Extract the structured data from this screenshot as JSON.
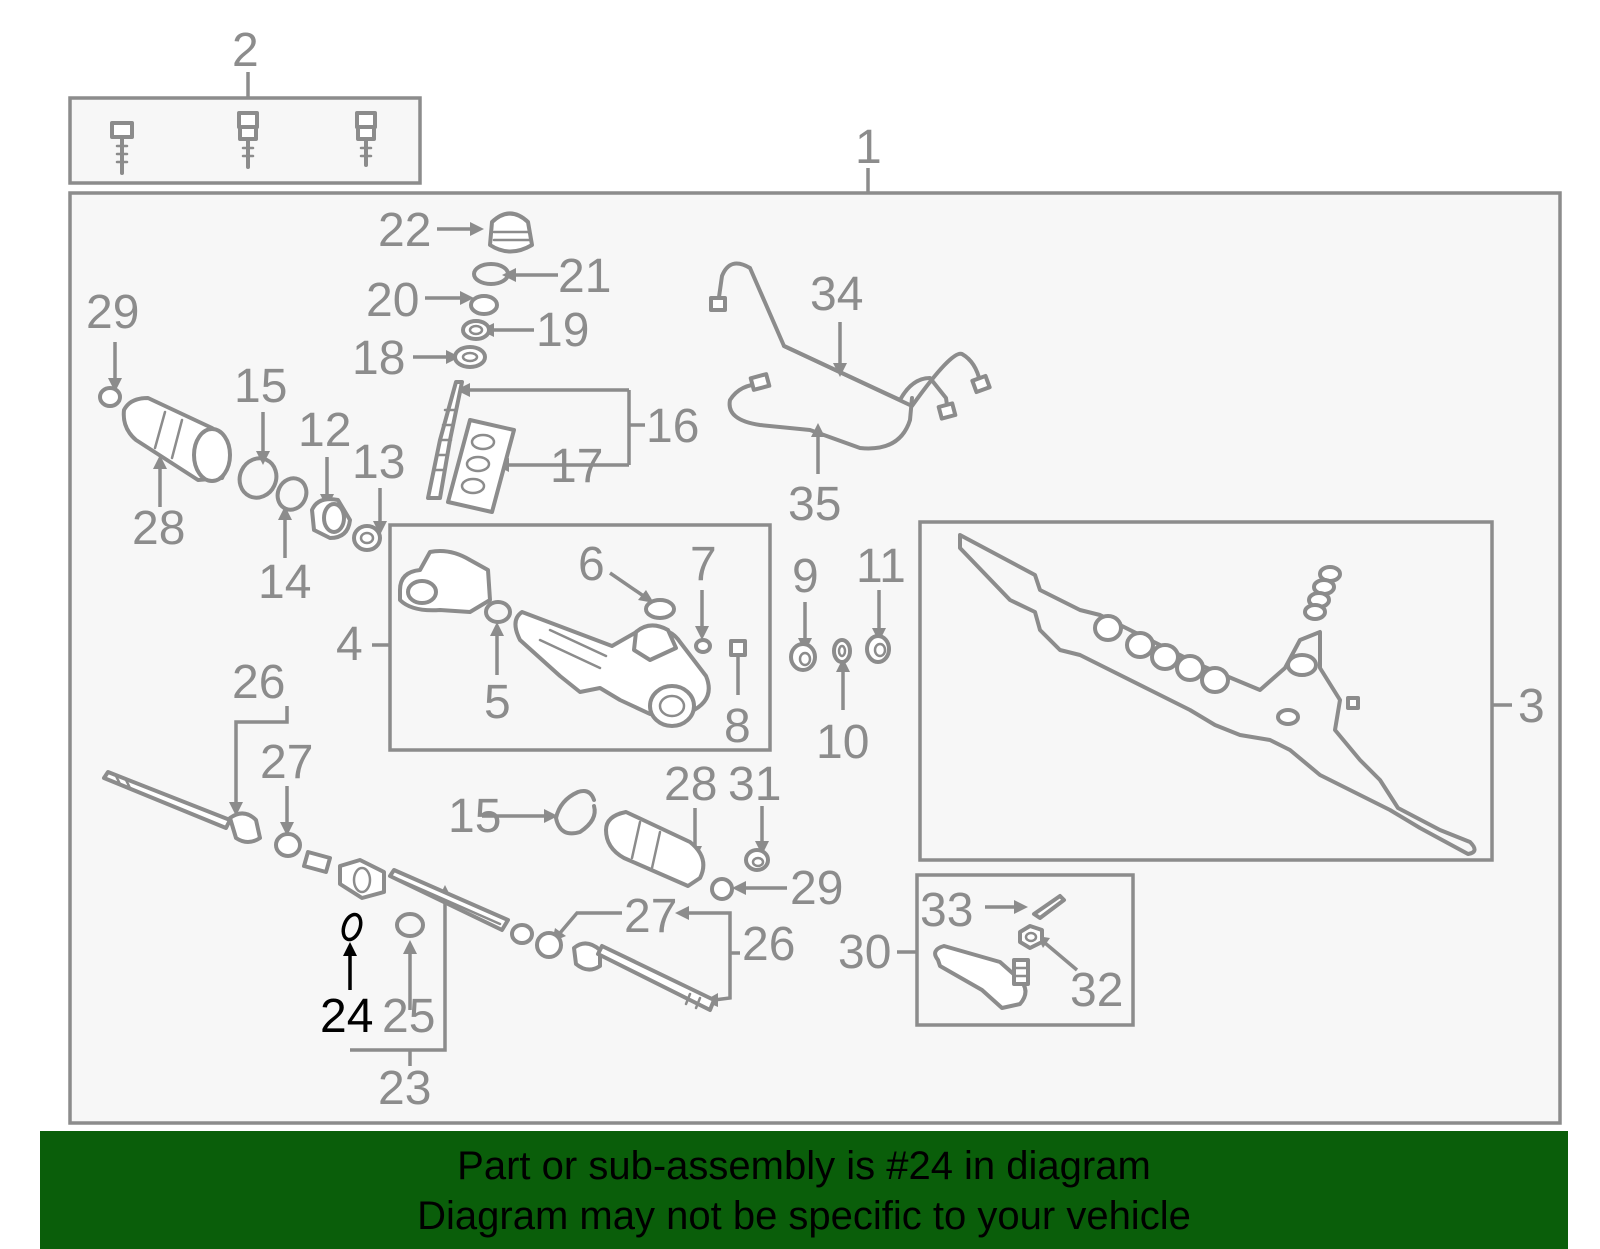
{
  "colors": {
    "linework": "#8c8c8c",
    "highlight": "#000000",
    "panel": "#f7f7f7",
    "banner": "#0a5e0a"
  },
  "highlighted_part": "24",
  "labels": {
    "p1": "1",
    "p2": "2",
    "p3": "3",
    "p4": "4",
    "p5": "5",
    "p6": "6",
    "p7": "7",
    "p8": "8",
    "p9": "9",
    "p10": "10",
    "p11": "11",
    "p12": "12",
    "p13": "13",
    "p14": "14",
    "p15a": "15",
    "p15b": "15",
    "p16": "16",
    "p17": "17",
    "p18": "18",
    "p19": "19",
    "p20": "20",
    "p21": "21",
    "p22": "22",
    "p23": "23",
    "p24": "24",
    "p25": "25",
    "p26a": "26",
    "p26b": "26",
    "p27a": "27",
    "p27b": "27",
    "p28a": "28",
    "p28b": "28",
    "p29a": "29",
    "p29b": "29",
    "p30": "30",
    "p31": "31",
    "p32": "32",
    "p33": "33",
    "p34": "34",
    "p35": "35"
  },
  "banner": {
    "line1": "Part or sub-assembly is #24 in diagram",
    "line2": "Diagram may not be specific to your vehicle"
  }
}
